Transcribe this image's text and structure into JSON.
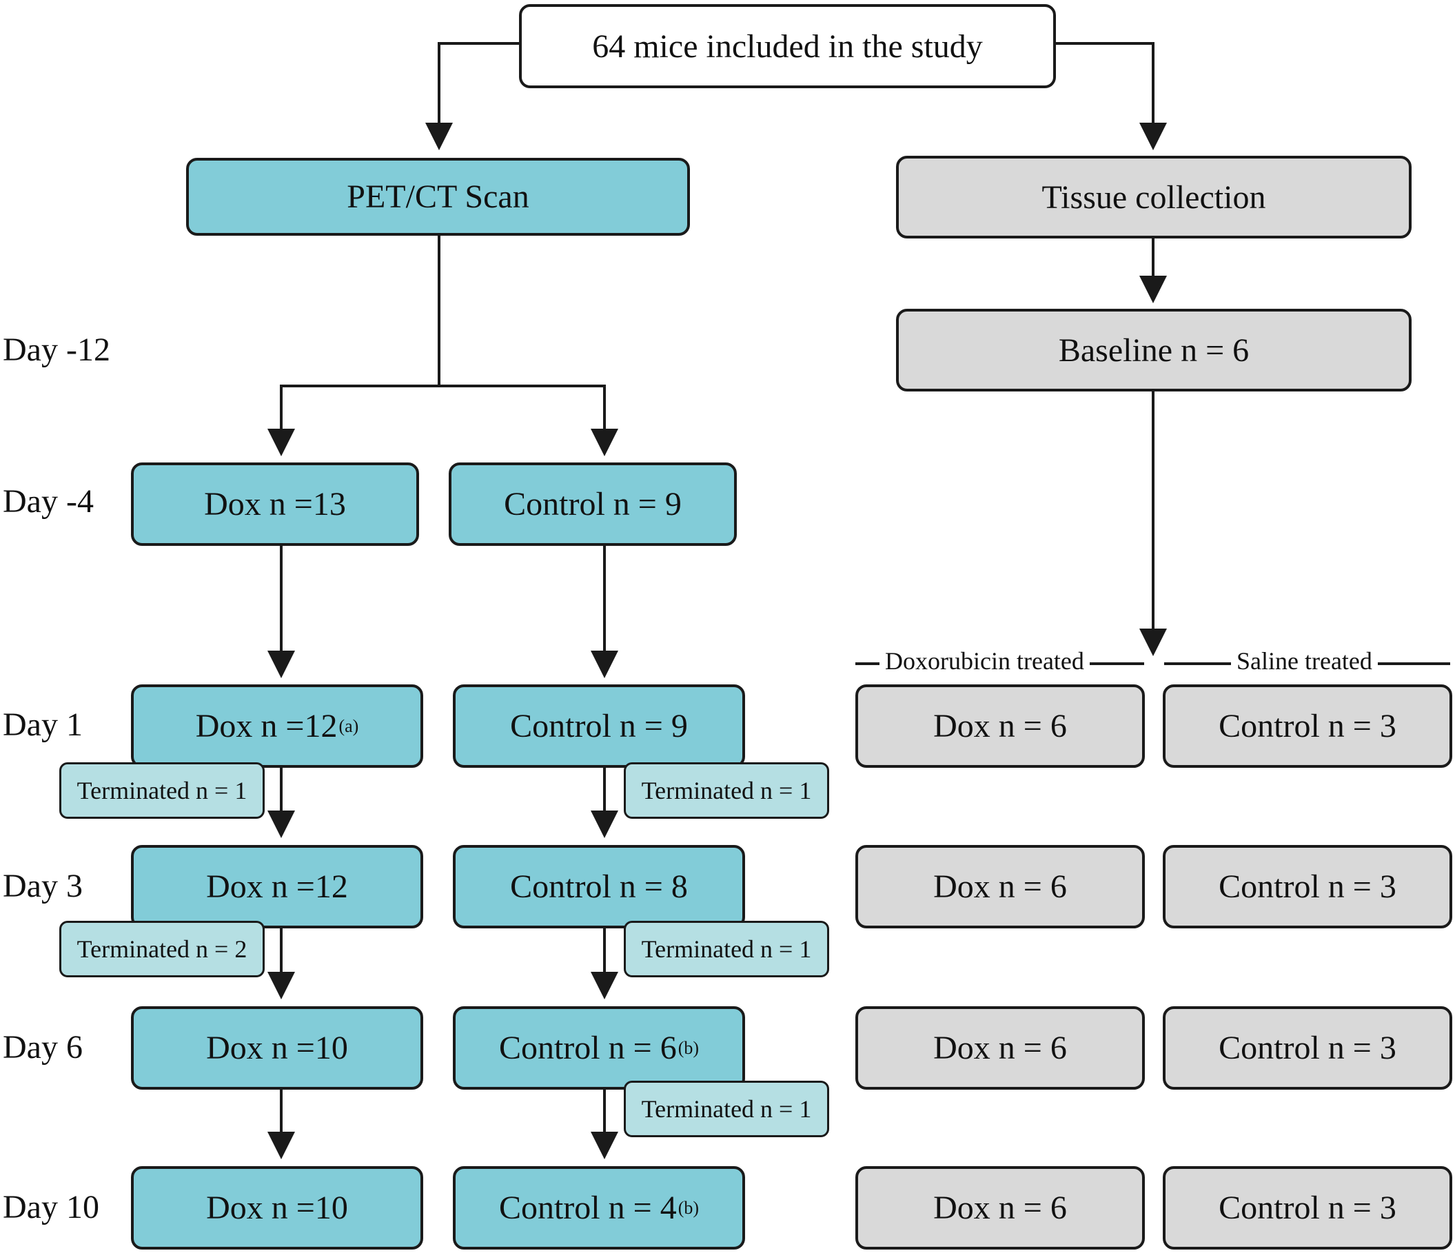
{
  "top": {
    "label": "64 mice included in the study"
  },
  "branches": {
    "pet_ct": "PET/CT Scan",
    "tissue": "Tissue collection"
  },
  "baseline": "Baseline  n = 6",
  "days": {
    "d_minus12": "Day -12",
    "d_minus4": "Day -4",
    "d1": "Day 1",
    "d3": "Day 3",
    "d6": "Day 6",
    "d10": "Day 10"
  },
  "group_headers": {
    "doxorubicin": "Doxorubicin treated",
    "saline": "Saline treated"
  },
  "pet": {
    "d_minus4": {
      "dox": "Dox n =13",
      "control": "Control n = 9"
    },
    "d1": {
      "dox": "Dox n =12",
      "dox_note": "(a)",
      "control": "Control n = 9",
      "control_note": ""
    },
    "d3": {
      "dox": "Dox n =12",
      "dox_note": "",
      "control": "Control n = 8",
      "control_note": ""
    },
    "d6": {
      "dox": "Dox n =10",
      "dox_note": "",
      "control": "Control n = 6",
      "control_note": "(b)"
    },
    "d10": {
      "dox": "Dox n =10",
      "dox_note": "",
      "control": "Control n = 4",
      "control_note": "(b)"
    }
  },
  "terminated": {
    "d1_dox": "Terminated n = 1",
    "d1_control": "Terminated n = 1",
    "d3_dox": "Terminated n = 2",
    "d3_control": "Terminated n = 1",
    "d6_control": "Terminated n = 1"
  },
  "tissue_groups": {
    "d1": {
      "dox": "Dox n = 6",
      "control": "Control n = 3"
    },
    "d3": {
      "dox": "Dox n = 6",
      "control": "Control n = 3"
    },
    "d6": {
      "dox": "Dox n = 6",
      "control": "Control n = 3"
    },
    "d10": {
      "dox": "Dox n = 6",
      "control": "Control n = 3"
    }
  },
  "colors": {
    "pet_box": "#82ccd8",
    "terminated_box": "#b5dfe3",
    "tissue_box": "#d9d9d9",
    "stroke": "#1a1a1a"
  }
}
